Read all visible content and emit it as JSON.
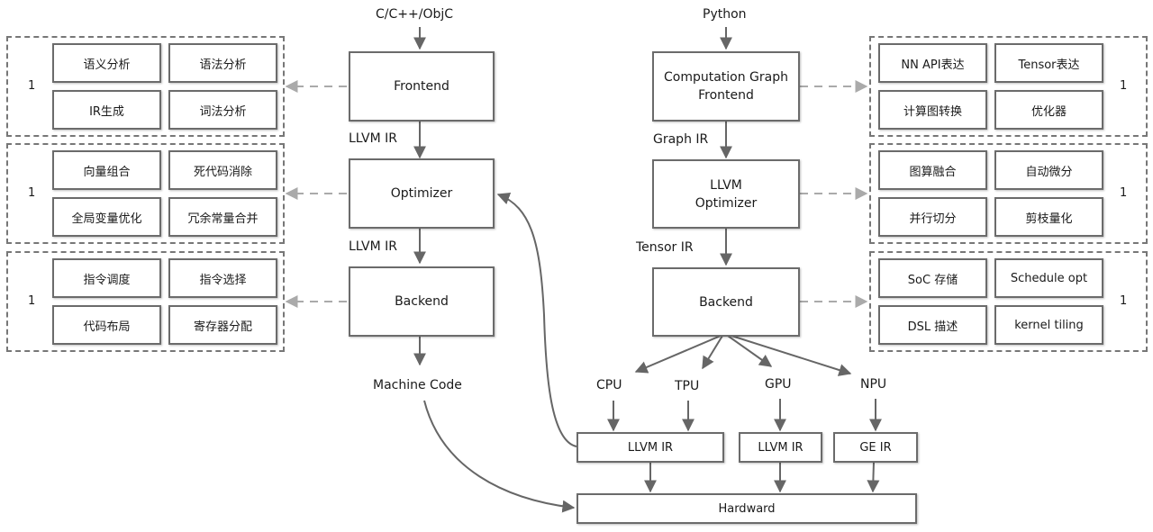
{
  "left_pipeline": {
    "input": "C/C++/ObjC",
    "stages": [
      "Frontend",
      "Optimizer",
      "Backend"
    ],
    "edges": [
      "LLVM IR",
      "LLVM IR"
    ],
    "output": "Machine Code"
  },
  "right_pipeline": {
    "input": "Python",
    "stages": [
      "Computation Graph Frontend",
      "LLVM Optimizer",
      "Backend"
    ],
    "edges": [
      "Graph IR",
      "Tensor IR"
    ]
  },
  "left_groups": [
    {
      "index": "1",
      "items": [
        "语义分析",
        "语法分析",
        "IR生成",
        "词法分析"
      ]
    },
    {
      "index": "1",
      "items": [
        "向量组合",
        "死代码消除",
        "全局变量优化",
        "冗余常量合并"
      ]
    },
    {
      "index": "1",
      "items": [
        "指令调度",
        "指令选择",
        "代码布局",
        "寄存器分配"
      ]
    }
  ],
  "right_groups": [
    {
      "index": "1",
      "items": [
        "NN API表达",
        "Tensor表达",
        "计算图转换",
        "优化器"
      ]
    },
    {
      "index": "1",
      "items": [
        "图算融合",
        "自动微分",
        "并行切分",
        "剪枝量化"
      ]
    },
    {
      "index": "1",
      "items": [
        "SoC 存储",
        "Schedule opt",
        "DSL 描述",
        "kernel tiling"
      ]
    }
  ],
  "targets": [
    "CPU",
    "TPU",
    "GPU",
    "NPU"
  ],
  "ir_boxes": [
    "LLVM IR",
    "LLVM IR",
    "GE IR"
  ],
  "hardware": "Hardward"
}
